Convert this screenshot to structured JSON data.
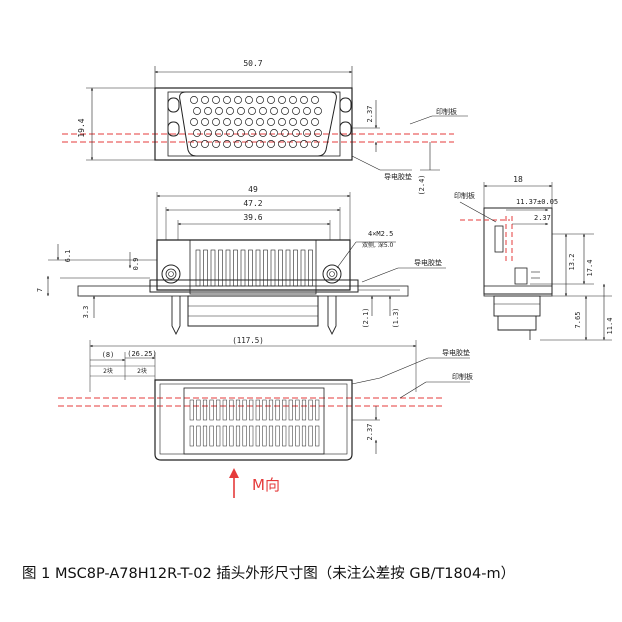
{
  "dimensions": {
    "top_width": "50.7",
    "top_height": "19.4",
    "top_right_offset": "2.37",
    "top_right_small": "(2.4)",
    "front_width": "49",
    "front_inner": "47.2",
    "front_pin_span": "39.6",
    "front_h1": "6.1",
    "front_h2": "7",
    "front_h3": "0.9",
    "front_h4": "3.3",
    "front_h5": "(2.1)",
    "front_h6": "(1.3)",
    "screw_note_line1": "4×M2.5",
    "screw_note_line2": "双侧, 深5.0",
    "bottom_total": "(117.5)",
    "bottom_left1": "(8)",
    "bottom_left2": "(26.25)",
    "bottom_row1": "2块",
    "bottom_row2": "2块",
    "bottom_right_offset": "2.37",
    "side_width": "18",
    "side_pitch": "11.37±0.05",
    "side_offset": "2.37",
    "side_h1": "13.2",
    "side_h2": "17.4",
    "side_h3": "7.65",
    "side_h4": "11.4"
  },
  "labels": {
    "pcb_top": "印制板",
    "gasket_top": "导电胶垫",
    "gasket_front": "导电胶垫",
    "pcb_side": "印制板",
    "gasket_bottom": "导电胶垫",
    "pcb_bottom": "印制板",
    "m_direction": "M向"
  },
  "caption": "图 1 MSC8P-A78H12R-T-02  插头外形尺寸图（未注公差按 GB/T1804-m）"
}
